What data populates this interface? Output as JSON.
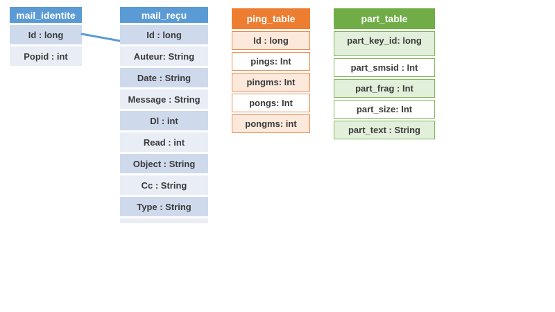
{
  "canvas": {
    "background": "#FFFFFF",
    "text_color": "#3A3A3A"
  },
  "tables": [
    {
      "name": "mail_identite",
      "title": "mail_identite",
      "theme": "blue",
      "colors": {
        "header": "#5B9BD5",
        "header_text": "#FFFFFF",
        "band_dark": "#CEDAEC",
        "band_light": "#E9EEF6"
      },
      "rows": [
        "Id : long",
        "Popid : int"
      ]
    },
    {
      "name": "mail_recu",
      "title": "mail_reçu",
      "theme": "blue",
      "colors": {
        "header": "#5B9BD5",
        "header_text": "#FFFFFF",
        "band_dark": "#CEDAEC",
        "band_light": "#E9EEF6"
      },
      "rows": [
        "Id : long",
        "Auteur: String",
        "Date : String",
        "Message : String",
        "Dl : int",
        "Read : int",
        "Object : String",
        "Cc : String",
        "Type : String"
      ]
    },
    {
      "name": "ping_table",
      "title": "ping_table",
      "theme": "orange",
      "colors": {
        "header": "#ED7D31",
        "header_text": "#FFFFFF",
        "band_tint": "#FCE9DC",
        "band_white": "#FFFFFF",
        "border": "#ED8A4D"
      },
      "rows": [
        "Id : long",
        "pings: Int",
        "pingms: Int",
        "pongs: Int",
        "pongms: int"
      ]
    },
    {
      "name": "part_table",
      "title": "part_table",
      "theme": "green",
      "colors": {
        "header": "#70AD47",
        "header_text": "#FFFFFF",
        "band_tint": "#E2EFDA",
        "band_white": "#FFFFFF",
        "border": "#7FB75A"
      },
      "rows": [
        "part_key_id: long",
        "part_smsid : Int",
        "part_frag : Int",
        "part_size: Int",
        "part_text : String"
      ]
    }
  ],
  "connector": {
    "from_table": "mail_identite",
    "from_row": "Id : long",
    "to_table": "mail_reçu",
    "to_row": "Id : long",
    "color": "#5B9BD5"
  }
}
